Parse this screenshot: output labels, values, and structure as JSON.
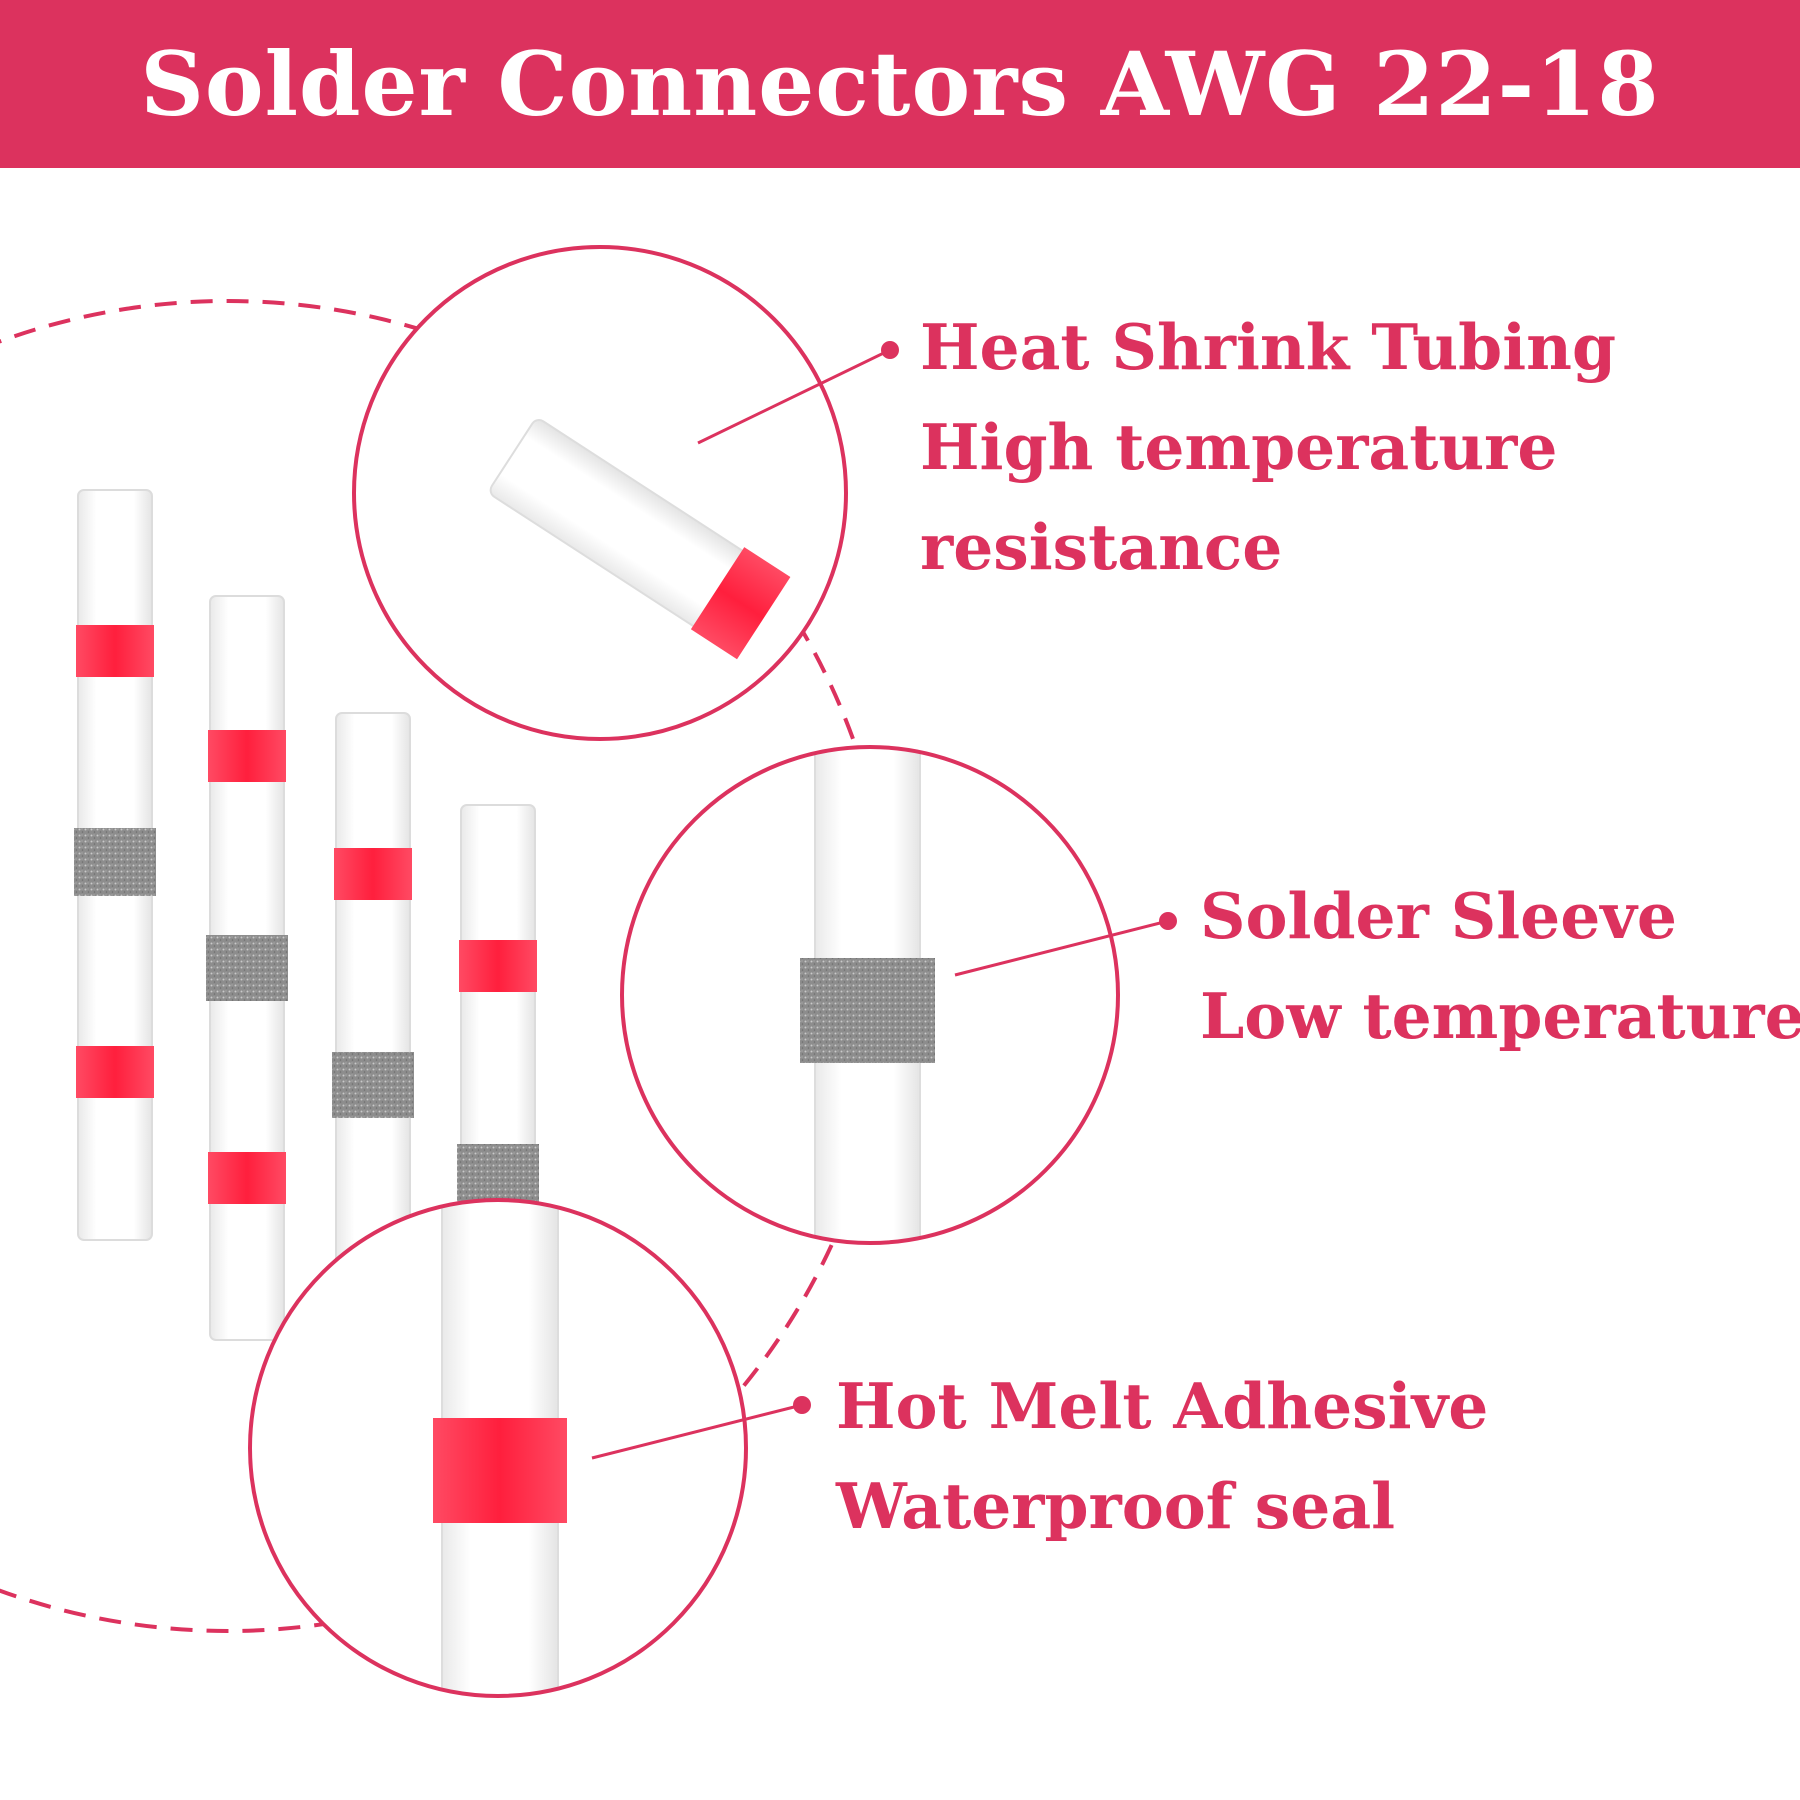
{
  "banner": {
    "title": "Solder Connectors AWG 22-18"
  },
  "colors": {
    "accent": "#dc325e",
    "tube": "#f5f5f5",
    "tube_edge": "#d8d8d8",
    "red_band": "#ff2a47",
    "solder_band": "#9a9a9a",
    "background": "#ffffff"
  },
  "callouts": {
    "tubing": {
      "title": "Heat Shrink Tubing",
      "line2": "High temperature",
      "line3": "resistance"
    },
    "solder": {
      "title": "Solder Sleeve",
      "line2": "Low temperature"
    },
    "adhesive": {
      "title": "Hot Melt Adhesive",
      "line2": "Waterproof seal"
    }
  },
  "icons": [
    "heat-shrink-tube-closeup",
    "solder-sleeve-closeup",
    "adhesive-ring-closeup",
    "solder-connector-tube"
  ]
}
